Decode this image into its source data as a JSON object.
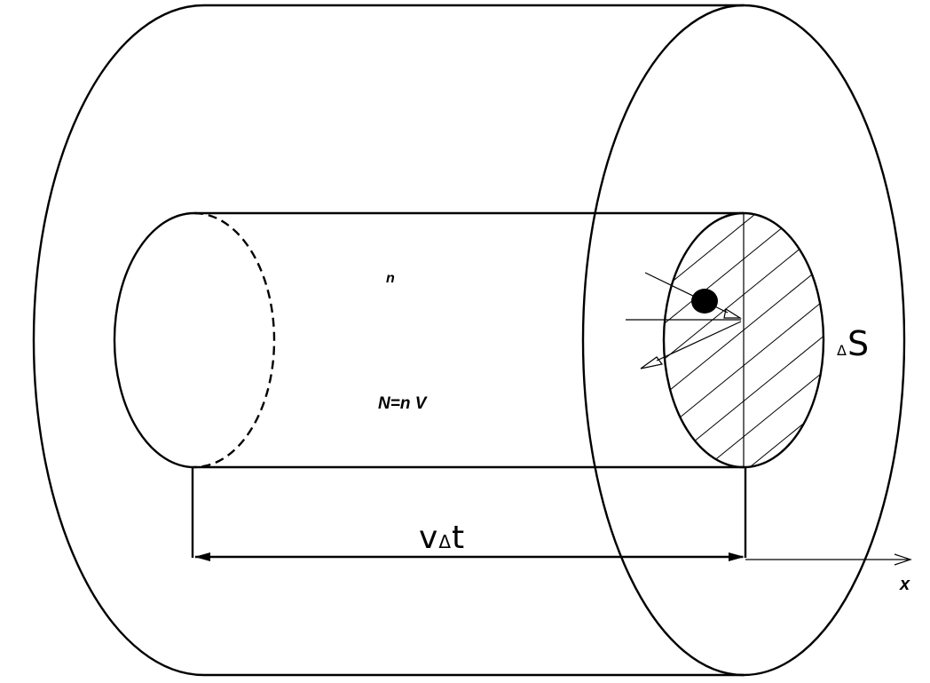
{
  "labels": {
    "density": "n",
    "count_formula": "N=n V",
    "area_delta": "Δ",
    "area_symbol": "S",
    "length_v": "v",
    "length_delta": "Δ",
    "length_t": "t",
    "axis": "x"
  },
  "colors": {
    "ink": "#000000",
    "background": "#ffffff"
  }
}
